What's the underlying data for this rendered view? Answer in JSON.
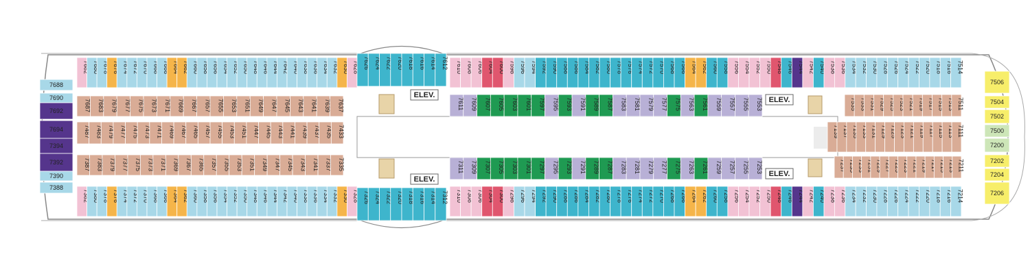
{
  "colors": {
    "interior": "#d9ac96",
    "oceanview": "#a8d8e8",
    "balcony": "#3eb5cc",
    "spacious_balcony": "#1f9a52",
    "suite": "#f5b54a",
    "accessible": "#e0566e",
    "connecting": "#f2c2d4",
    "purple_suite": "#55358c",
    "lavender": "#b8b0d6",
    "green_suite": "#cde6b8",
    "yellow_bow": "#f7ee6a",
    "corridor": "#ececec",
    "outline": "#888888"
  },
  "labels": {
    "elevator": "ELEV."
  },
  "aft_rows": {
    "top": [
      "7682",
      "7680",
      "7678",
      "7676",
      "7674",
      "7672",
      "7670",
      "7668",
      "7666",
      "7664",
      "7662",
      "7660",
      "7658",
      "7656",
      "7654",
      "7652",
      "7650",
      "7648",
      "7646",
      "7644",
      "7642",
      "7640",
      "7638",
      "7636",
      "7634",
      "7632",
      "7630",
      "7628"
    ],
    "inner_top": [
      "7687",
      "7683",
      "7679",
      "7677",
      "7675",
      "7673",
      "7671",
      "7669",
      "7667",
      "7657",
      "7655",
      "7653",
      "7651",
      "7649",
      "7647",
      "7645",
      "7643",
      "7641",
      "7639",
      "7637"
    ],
    "center_top": [
      "7487",
      "7483",
      "7479",
      "7477",
      "7475",
      "7473",
      "7471",
      "7469",
      "7467",
      "7465",
      "7457",
      "7455",
      "7453",
      "7451",
      "7447",
      "7445",
      "7443",
      "7441",
      "7439",
      "7437",
      "7435",
      "7433"
    ],
    "inner_bottom": [
      "7387",
      "7383",
      "7379",
      "7377",
      "7375",
      "7373",
      "7371",
      "7369",
      "7367",
      "7365",
      "7357",
      "7355",
      "7353",
      "7351",
      "7349",
      "7347",
      "7345",
      "7343",
      "7341",
      "7337",
      "7335"
    ],
    "bottom": [
      "7382",
      "7380",
      "7378",
      "7376",
      "7374",
      "7372",
      "7370",
      "7368",
      "7366",
      "7364",
      "7362",
      "7360",
      "7358",
      "7356",
      "7354",
      "7352",
      "7350",
      "7348",
      "7346",
      "7344",
      "7342",
      "7340",
      "7338",
      "7336",
      "7334",
      "7332",
      "7330",
      "7328"
    ]
  },
  "aft_end": [
    "7688",
    "7690",
    "7692",
    "7694",
    "7394",
    "7392",
    "7390",
    "7388"
  ],
  "curve_top": [
    "7626",
    "7624",
    "7622",
    "7620",
    "7618",
    "7616",
    "7614",
    "7612"
  ],
  "curve_bottom": [
    "7326",
    "7324",
    "7322",
    "7320",
    "7318",
    "7316",
    "7314",
    "7312"
  ],
  "mid_rows": {
    "top": [
      "7610",
      "7608",
      "7606",
      "7604",
      "7600",
      "7598",
      "7596",
      "7594",
      "7592",
      "7590",
      "7588",
      "7586",
      "7584",
      "7582",
      "7580",
      "7578",
      "7576",
      "7574",
      "7572",
      "7570",
      "7568",
      "7566",
      "7564",
      "7562",
      "7560",
      "7558",
      "7556",
      "7554",
      "7552",
      "7550",
      "7548",
      "7546",
      "7544",
      "7542",
      "7540"
    ],
    "inner_top": [
      "7611",
      "7609",
      "7607",
      "7605",
      "7603",
      "7601",
      "7597",
      "7595",
      "7593",
      "7591",
      "7589",
      "7587",
      "7583",
      "7581",
      "7579",
      "7577",
      "7575",
      "7563",
      "7561",
      "7559",
      "7557",
      "7555",
      "7553"
    ],
    "inner_bottom": [
      "7311",
      "7309",
      "7307",
      "7305",
      "7303",
      "7301",
      "7297",
      "7295",
      "7293",
      "7291",
      "7289",
      "7287",
      "7283",
      "7281",
      "7279",
      "7277",
      "7275",
      "7263",
      "7261",
      "7259",
      "7257",
      "7255",
      "7253"
    ],
    "bottom": [
      "7310",
      "7308",
      "7306",
      "7304",
      "7300",
      "7298",
      "7296",
      "7294",
      "7292",
      "7290",
      "7288",
      "7286",
      "7284",
      "7282",
      "7280",
      "7278",
      "7276",
      "7274",
      "7272",
      "7270",
      "7268",
      "7266",
      "7264",
      "7262",
      "7260",
      "7258",
      "7256",
      "7254",
      "7252",
      "7250",
      "7248",
      "7246",
      "7244",
      "7242",
      "7240"
    ]
  },
  "fwd_rows": {
    "top": [
      "7538",
      "7536",
      "7534",
      "7532",
      "7530",
      "7528",
      "7526",
      "7524",
      "7522",
      "7520",
      "7518",
      "7516",
      "7514"
    ],
    "inner_top": [
      "7535",
      "7533",
      "7531",
      "7529",
      "7525",
      "7523",
      "7521",
      "7519",
      "7517",
      "7515",
      "7513",
      "7511"
    ],
    "center": [
      "7139",
      "7137",
      "7135",
      "7133",
      "7131",
      "7129",
      "7125",
      "7123",
      "7121",
      "7119",
      "7117",
      "7115",
      "7113",
      "7111"
    ],
    "inner_bottom": [
      "7237",
      "7235",
      "7233",
      "7231",
      "7229",
      "7227",
      "7225",
      "7223",
      "7221",
      "7219",
      "7217",
      "7215",
      "7213",
      "7211"
    ],
    "bottom": [
      "7238",
      "7236",
      "7234",
      "7232",
      "7230",
      "7228",
      "7226",
      "7224",
      "7222",
      "7220",
      "7218",
      "7216",
      "7214"
    ]
  },
  "bow": [
    "7506",
    "7504",
    "7502",
    "7500",
    "7200",
    "7202",
    "7204",
    "7206"
  ]
}
